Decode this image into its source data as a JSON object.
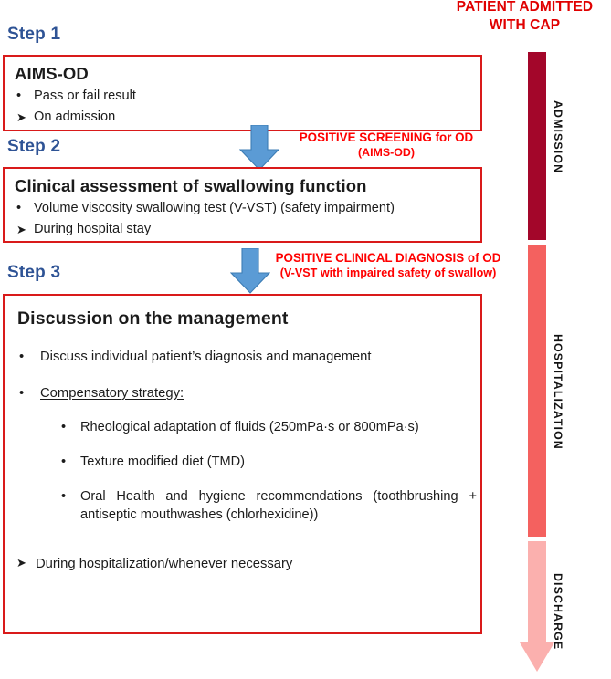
{
  "header": {
    "line1": "PATIENT ADMITTED",
    "line2": "WITH CAP",
    "color": "#E00000"
  },
  "theme": {
    "step_label_color": "#2E5395",
    "box_border_color": "#D91A1A",
    "annotation_color": "#FF0000",
    "arrow_color": "#5B9BD5",
    "timeline_admission_color": "#A3062A",
    "timeline_hospitalization_color": "#F4615F",
    "timeline_discharge_color": "#FBB0AE"
  },
  "steps": [
    {
      "label": "Step 1",
      "title": "AIMS-OD",
      "bullets": [
        {
          "marker": "•",
          "text": "Pass or fail result"
        }
      ],
      "arrows": [
        {
          "marker": "➤",
          "text": "On admission"
        }
      ]
    },
    {
      "label": "Step 2",
      "title": "Clinical assessment of swallowing function",
      "bullets": [
        {
          "marker": "•",
          "text": "Volume viscosity swallowing test (V-VST) (safety impairment)"
        }
      ],
      "arrows": [
        {
          "marker": "➤",
          "text": "During hospital stay"
        }
      ]
    },
    {
      "label": "Step 3",
      "title": "Discussion on the management",
      "bullets": [
        {
          "marker": "•",
          "text": "Discuss individual patient’s diagnosis and management"
        },
        {
          "marker": "•",
          "text": "Compensatory strategy:"
        }
      ],
      "sub_bullets": [
        {
          "marker": "•",
          "text": "Rheological adaptation of fluids (250mPa·s or 800mPa·s)"
        },
        {
          "marker": "•",
          "text": "Texture modified diet (TMD)"
        },
        {
          "marker": "•",
          "text": "Oral Health and hygiene recommendations (toothbrushing + antiseptic mouthwashes (chlorhexidine))"
        }
      ],
      "arrows": [
        {
          "marker": "➤",
          "text": "During hospitalization/whenever necessary"
        }
      ]
    }
  ],
  "transitions": [
    {
      "icon": "down-arrow-icon",
      "main": "POSITIVE SCREENING for OD",
      "sub": "(AIMS-OD)"
    },
    {
      "icon": "down-arrow-icon",
      "main": "POSITIVE CLINICAL DIAGNOSIS of OD",
      "sub": "(V-VST with impaired safety of swallow)"
    }
  ],
  "timeline": {
    "phases": [
      {
        "label": "ADMISSION"
      },
      {
        "label": "HOSPITALIZATION"
      },
      {
        "label": "DISCHARGE"
      }
    ]
  }
}
